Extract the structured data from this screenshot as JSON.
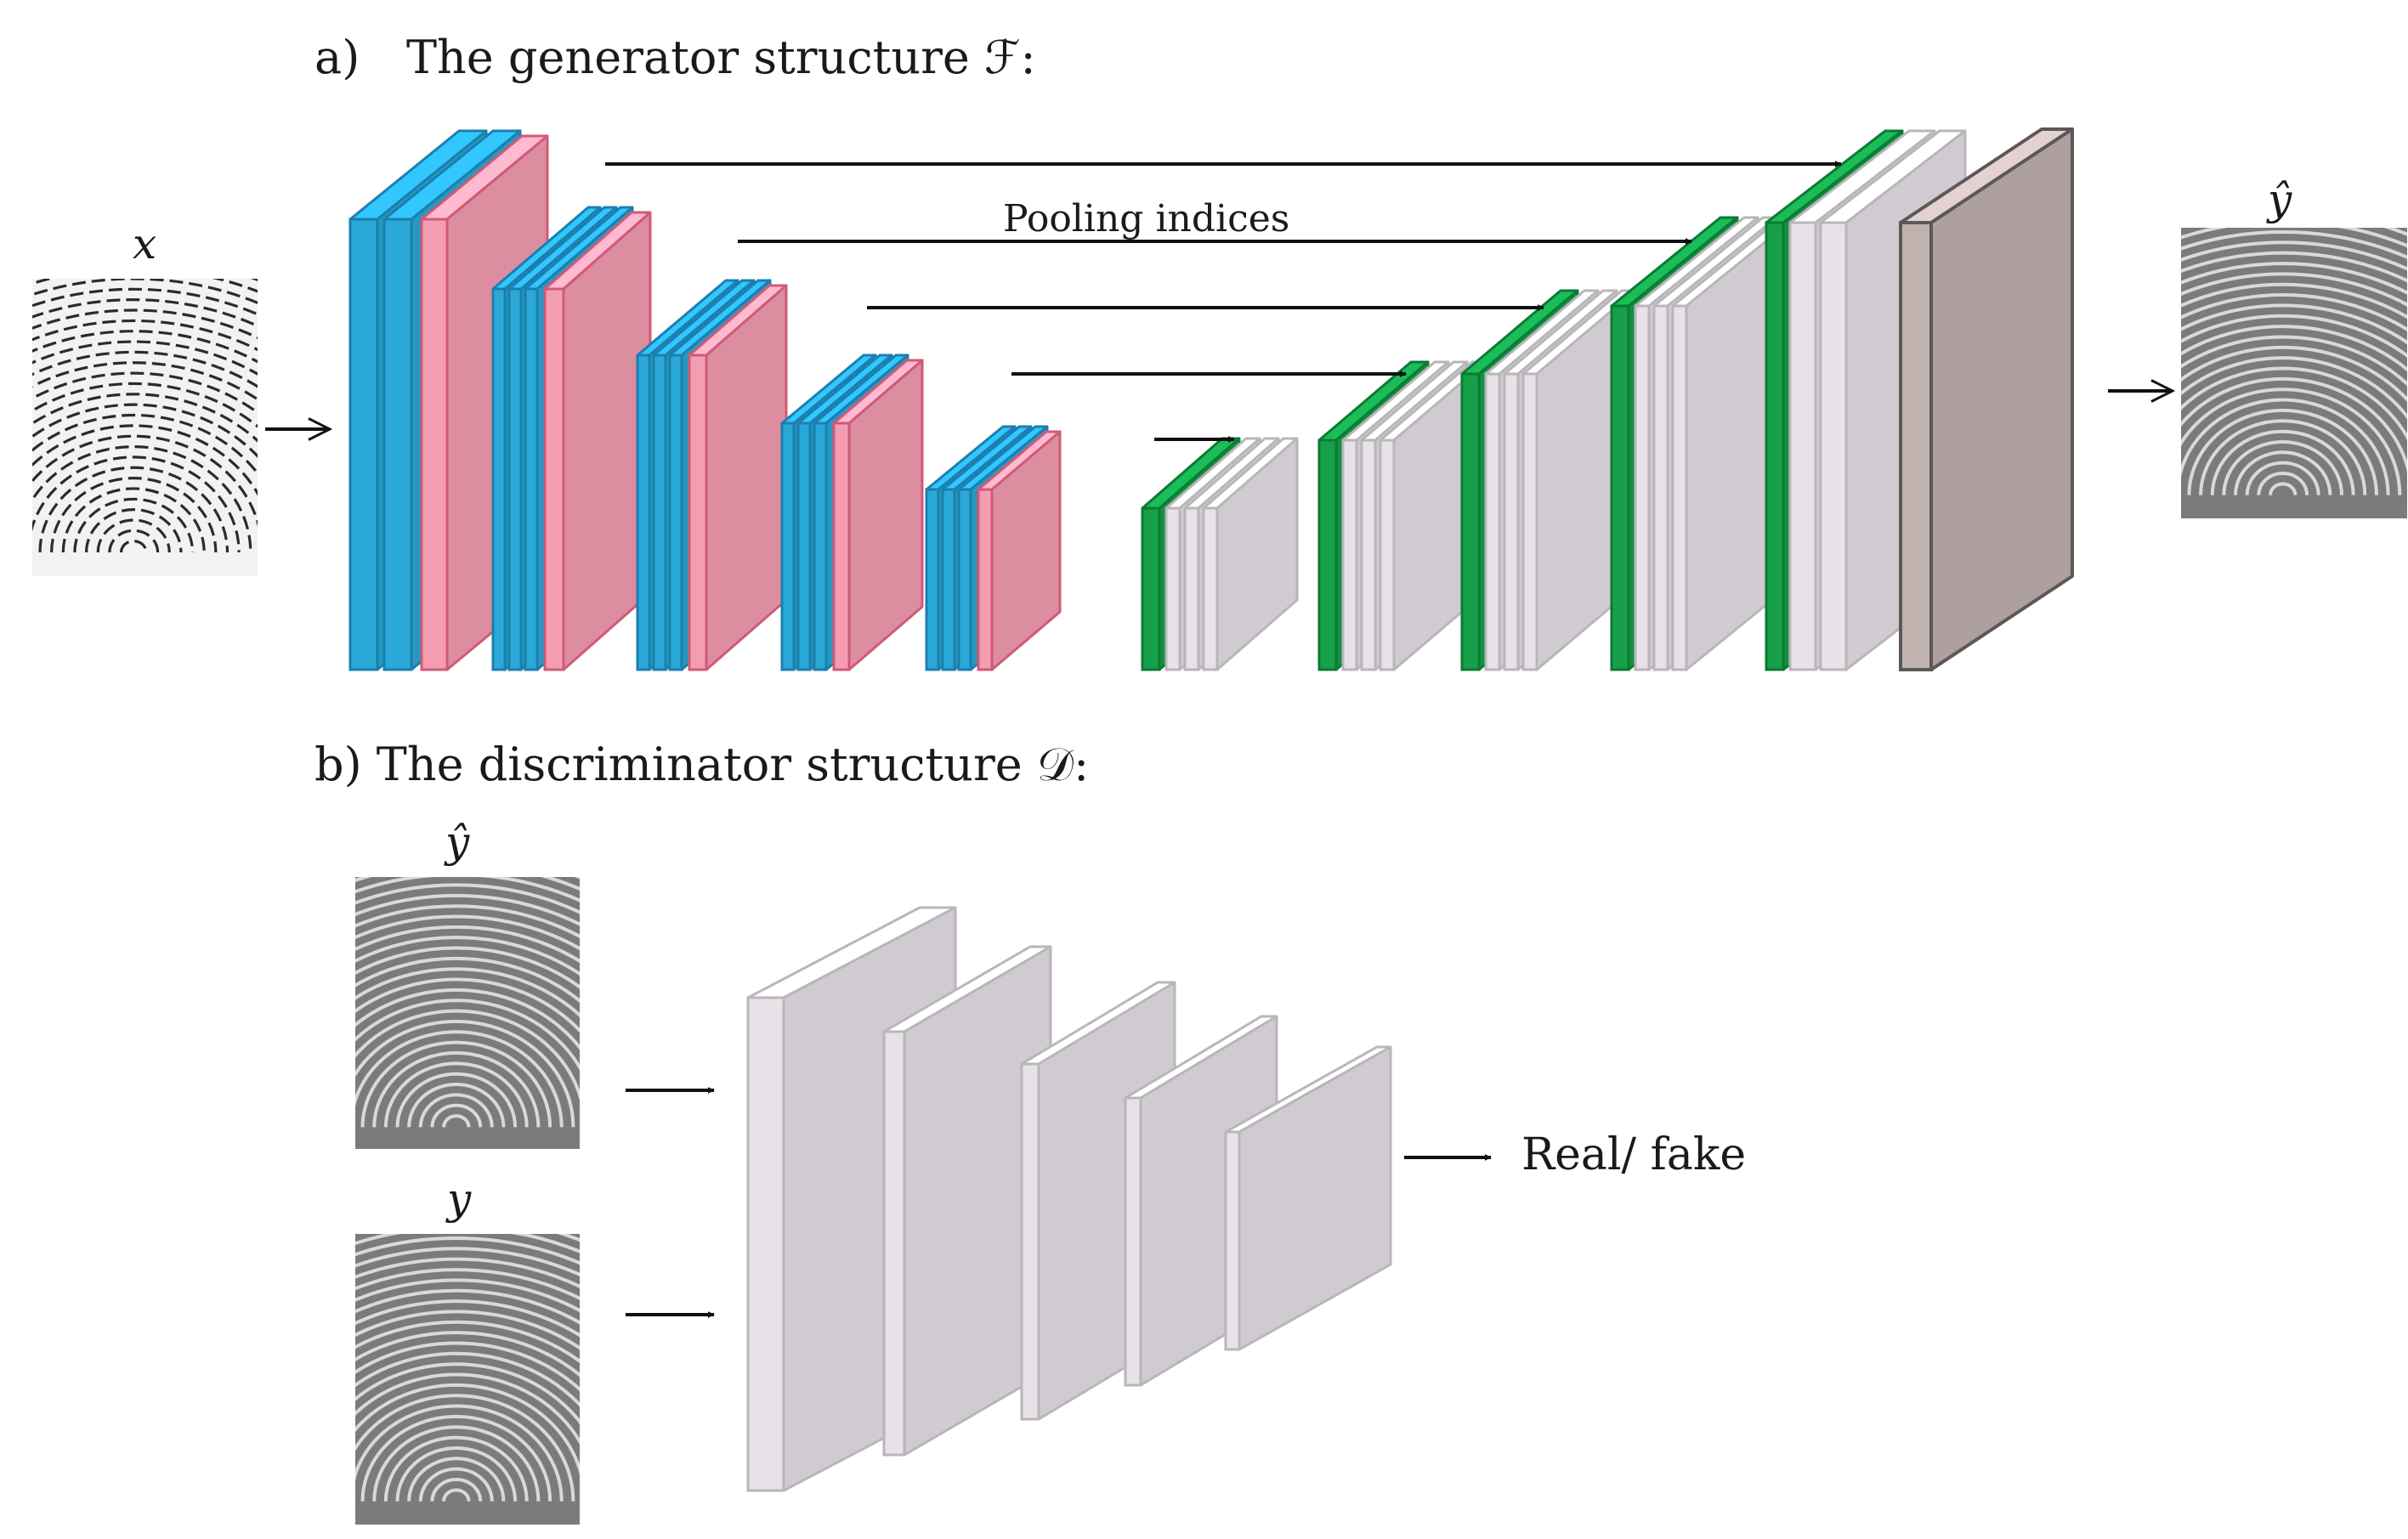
{
  "generator": {
    "title_letter": "a)",
    "title_text": "The generator structure ℱ:",
    "input_label": "x",
    "output_label": "ŷ",
    "skip_label": "Pooling indices"
  },
  "discriminator": {
    "title_text": "b) The discriminator structure 𝒟:",
    "input_top_label": "ŷ",
    "input_bottom_label": "y",
    "output_label": "Real/ fake"
  },
  "colors": {
    "conv": "#2aa9d8",
    "conv_stroke": "#1b7fae",
    "pool": "#f49db1",
    "pool_stroke": "#cf5a77",
    "upsample": "#16a04a",
    "upsample_stroke": "#0c7a34",
    "decoder_conv": "#e6e2e7",
    "decoder_stroke": "#b9b6ba",
    "final": "#c0b2af",
    "final_stroke": "#5c5858",
    "fingerprint_bg": "#7b7b7b",
    "fingerprint_ridge": "#d9d9d9"
  }
}
